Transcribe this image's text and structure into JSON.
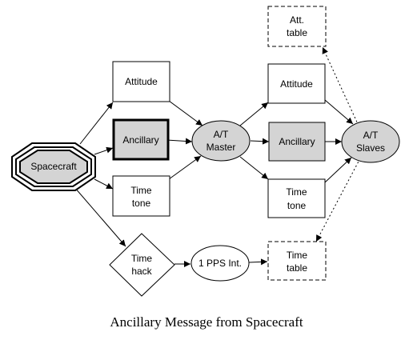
{
  "caption": "Ancillary Message from Spacecraft",
  "nodes": {
    "spacecraft": "Spacecraft",
    "attitude_in": "Attitude",
    "ancillary_in": "Ancillary",
    "time_tone_in": [
      "Time",
      "tone"
    ],
    "at_master": [
      "A/T",
      "Master"
    ],
    "attitude_out": "Attitude",
    "ancillary_out": "Ancillary",
    "time_tone_out": [
      "Time",
      "tone"
    ],
    "at_slaves": [
      "A/T",
      "Slaves"
    ],
    "att_table": [
      "Att.",
      "table"
    ],
    "time_table": [
      "Time",
      "table"
    ],
    "time_hack": [
      "Time",
      "hack"
    ],
    "pps_int": "1 PPS Int."
  },
  "colors": {
    "fill_grey": "#d4d4d4",
    "stroke": "#000000",
    "background": "#ffffff"
  }
}
